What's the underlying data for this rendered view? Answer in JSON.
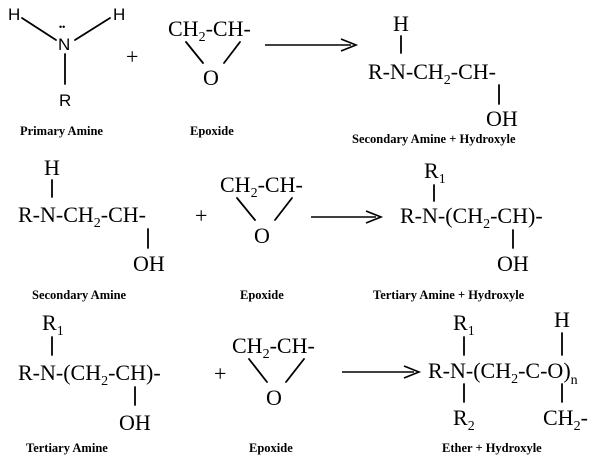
{
  "symbols": {
    "h": "H",
    "n": "N",
    "r": "R",
    "lone_pair": "••",
    "plus": "+",
    "o": "O",
    "oh": "OH",
    "ch2_dash": "-",
    "r_sub1": "R",
    "sub1": "1",
    "sub2": "2",
    "sub_n": "n"
  },
  "fragments": {
    "ep_ch": "CH",
    "ep_sub": "2",
    "ep_tail": "-CH-",
    "sa_head": "R-N-CH",
    "sa_sub": "2",
    "sa_tail": "-CH-",
    "ta_head": "R-N-(CH",
    "ta_sub": "2",
    "ta_tail": "-CH)-",
    "et_head": "R-N-(CH",
    "et_sub": "2",
    "et_tail": "-C-O)",
    "et_ch": "CH",
    "et_ch_sub": "2",
    "et_ch_tail": "-"
  },
  "labels": {
    "primary_amine": "Primary Amine",
    "epoxide": "Epoxide",
    "secondary_hydroxyl": "Secondary Amine + Hydroxyle",
    "secondary_amine": "Secondary Amine",
    "tertiary_hydroxyl": "Tertiary Amine + Hydroxyle",
    "tertiary_amine": "Tertiary Amine",
    "ether_hydroxyl": "Ether + Hydroxyle"
  }
}
